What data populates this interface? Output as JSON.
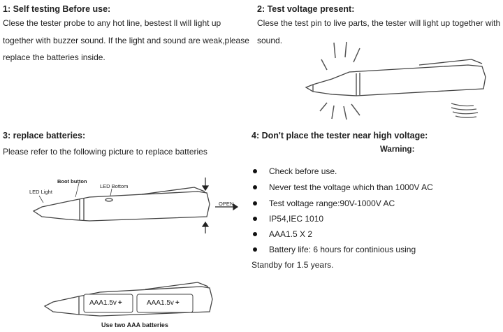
{
  "section1": {
    "heading": "1: Self testing Before use:",
    "lines": [
      "Clese the tester probe to any hot line, bestest ll will light up",
      "together with buzzer sound. If the light and sound are weak,please",
      "replace the batteries inside."
    ]
  },
  "section2": {
    "heading": "2: Test voltage present:",
    "lines": [
      "Clese the test pin to live parts, the tester will light up together with",
      "sound."
    ]
  },
  "section3": {
    "heading": "3: replace batteries:",
    "line": "Please refer to the following picture to replace batteries",
    "labels": {
      "boot_button": "Boot button",
      "led_bottom": "LED Bottom",
      "led_light": "LED Light",
      "open": "OPEN",
      "battery1": "AAA1.5v",
      "battery2": "AAA1.5v",
      "plus": "+",
      "caption": "Use two AAA batteries"
    }
  },
  "section4": {
    "heading": "4: Don't place the tester near high voltage:",
    "warning": "Warning:",
    "items": [
      "Check before use.",
      "Never test the voltage which than 1000V AC",
      "Test voltage range:90V-1000V AC",
      "IP54,IEC 1010",
      "AAA1.5 X 2",
      "Battery life: 6 hours for continious using"
    ],
    "trailing": "Standby for 1.5 years."
  }
}
